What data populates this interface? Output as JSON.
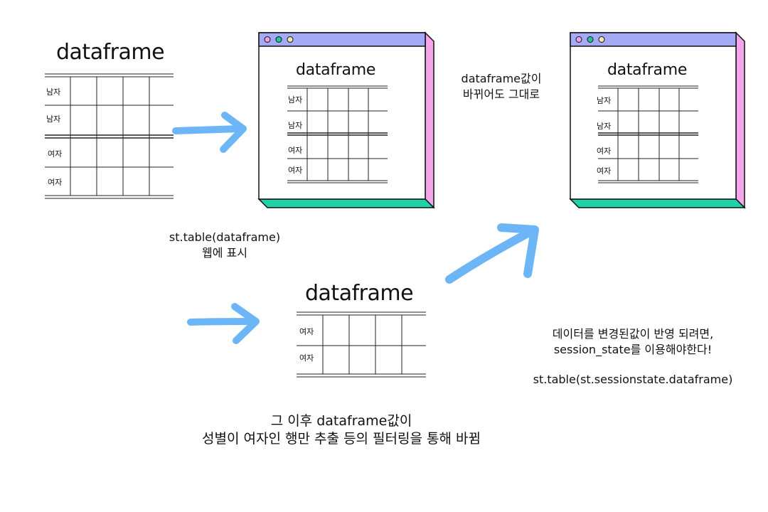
{
  "left_table": {
    "title": "dataframe",
    "rows": [
      "남자",
      "남자",
      "여자",
      "여자"
    ]
  },
  "window_1": {
    "title": "dataframe",
    "rows": [
      "남자",
      "남자",
      "여자",
      "여자"
    ]
  },
  "window_2": {
    "title": "dataframe",
    "rows": [
      "남자",
      "남자",
      "여자",
      "여자"
    ]
  },
  "filtered_table": {
    "title": "dataframe",
    "rows": [
      "여자",
      "여자"
    ]
  },
  "captions": {
    "st_table_line1": "st.table(dataframe)",
    "st_table_line2": "웹에 표시",
    "unchanged_line1": "dataframe값이",
    "unchanged_line2": "바뀌어도 그대로",
    "filter_line1": "그 이후 dataframe값이",
    "filter_line2": "성별이 여자인 행만 추출 등의 필터링을 통해 바뀜",
    "session_line1": "데이터를 변경된값이 반영 되려면,",
    "session_line2": "session_state를 이용해야한다!",
    "session_code": "st.table(st.sessionstate.dataframe)"
  },
  "colors": {
    "titlebar": "#a5aaf6",
    "window_right_edge": "#f3a6ea",
    "window_bottom_edge": "#1fd3a8",
    "dot_pink": "#f2a3e6",
    "dot_green": "#27c79b",
    "dot_yellow": "#f4e8b0",
    "arrow": "#6cb6f7"
  }
}
